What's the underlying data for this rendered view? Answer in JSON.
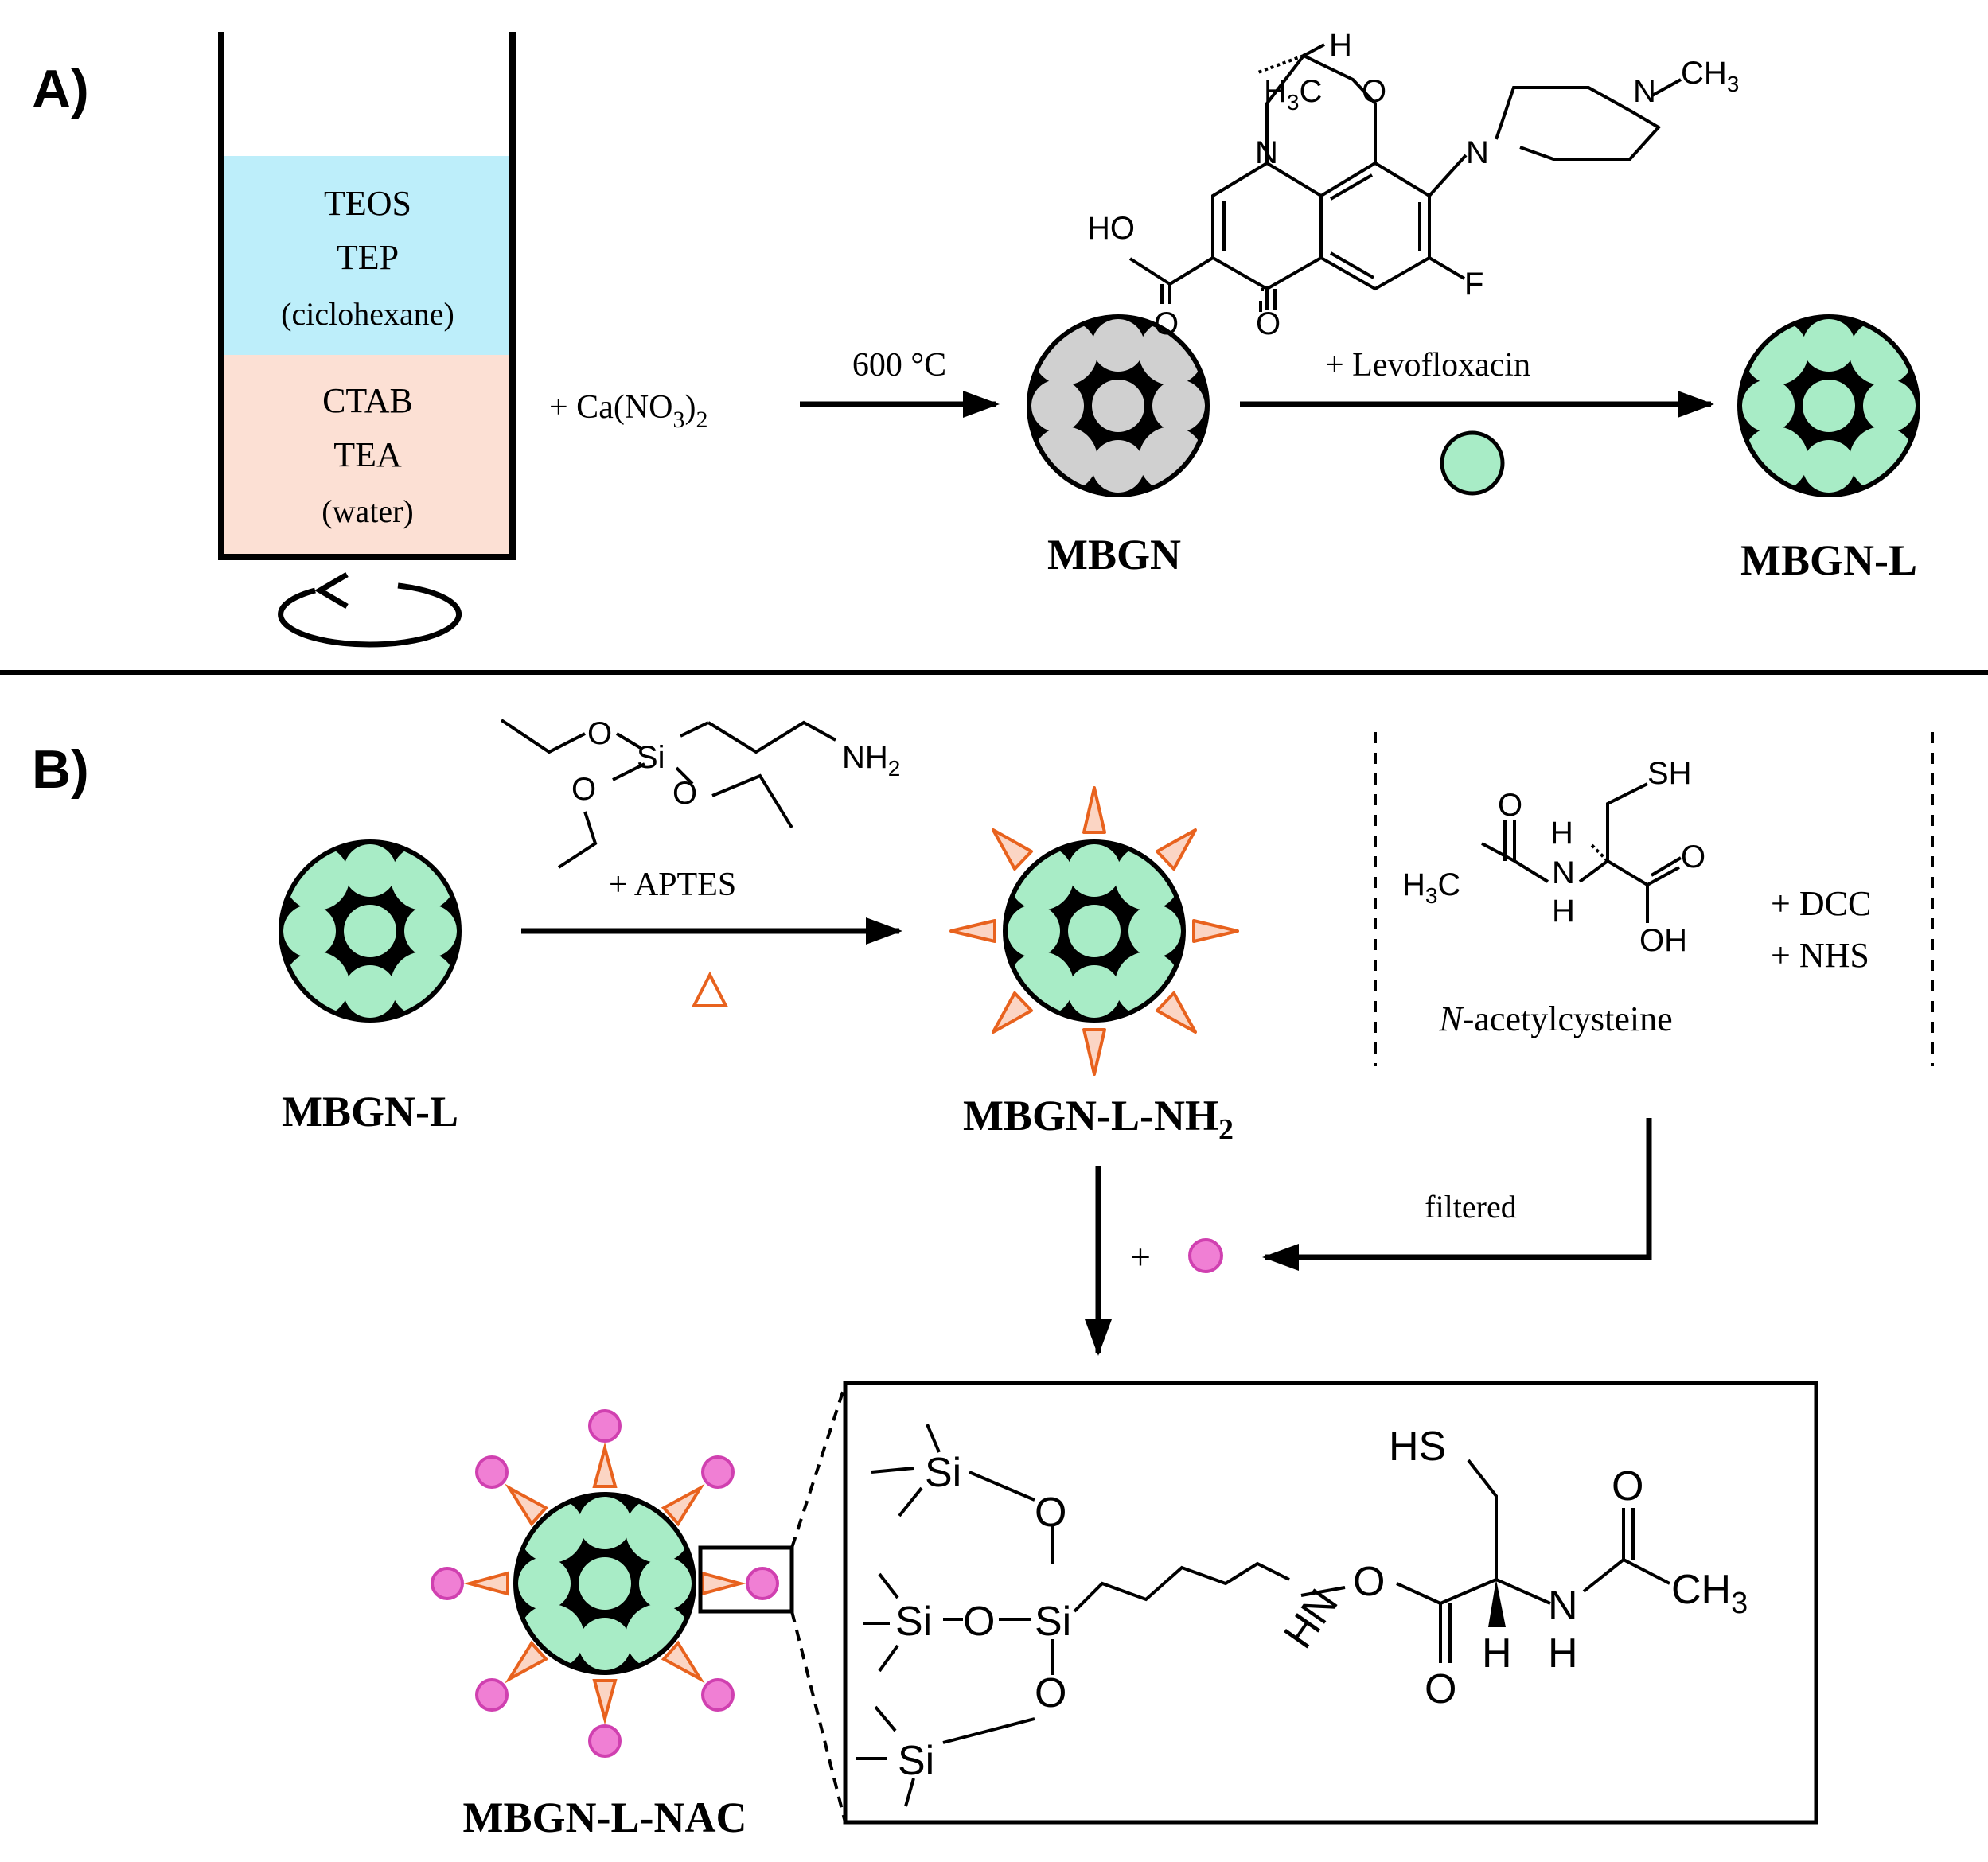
{
  "panel_labels": {
    "a": "A)",
    "b": "B)"
  },
  "beaker": {
    "organic_phase": [
      "TEOS",
      "TEP",
      "(ciclohexane)"
    ],
    "aqueous_phase": [
      "CTAB",
      "TEA",
      "(water)"
    ]
  },
  "reagents": {
    "calcium_prefix": "+  Ca(NO",
    "calcium_sub1": "3",
    "calcium_mid": ")",
    "calcium_sub2": "2",
    "temperature": "600 °C",
    "levofloxacin": "+   Levofloxacin",
    "aptes": "+   APTES",
    "dcc": "+ DCC",
    "nhs": "+ NHS",
    "filtered": "filtered",
    "plus_nac": "+"
  },
  "products": {
    "mbgn": "MBGN",
    "mbgn_l_a": "MBGN-L",
    "mbgn_l_b": "MBGN-L",
    "mbgn_l_nh2_base": "MBGN-L-NH",
    "mbgn_l_nh2_sub": "2",
    "mbgn_l_nac": "MBGN-L-NAC"
  },
  "nac_caption": {
    "italic": "N",
    "rest": "-acetylcysteine"
  },
  "levofloxacin_atoms": {
    "h": "H",
    "h3c": "H",
    "h3c_sub": "3",
    "h3c_c": "C",
    "o_ring": "O",
    "n_ring": "N",
    "n_pip1": "N",
    "n_pip2": "N",
    "ch3": "CH",
    "ch3_sub": "3",
    "ho": "HO",
    "o_acid": "O",
    "o_keto": "O",
    "f": "F"
  },
  "aptes_atoms": {
    "o1": "O",
    "si": "Si",
    "o2": "O",
    "o3": "O",
    "nh2": "NH",
    "nh2_sub": "2"
  },
  "nac_atoms": {
    "sh": "SH",
    "o_top": "O",
    "h": "H",
    "h3c": "H",
    "h3c_sub": "3",
    "h3c_c": "C",
    "n": "N",
    "nh_h": "H",
    "o_acid": "O",
    "oh": "OH"
  },
  "inset_atoms": {
    "si1": "Si",
    "o1": "O",
    "si2": "Si",
    "o2": "O",
    "si_center": "Si",
    "o3": "O",
    "si3": "Si",
    "hn": "HN",
    "o_link": "O",
    "o_carbonyl": "O",
    "hs": "HS",
    "h_stereo": "H",
    "n_amide": "N",
    "nh_h": "H",
    "o_amide": "O",
    "ch3": "CH",
    "ch3_sub": "3"
  },
  "colors": {
    "drug_green": "#a8ecc6",
    "pore_gray": "#d0d0d0",
    "particle_black": "#000000",
    "aptes_orange": "#e8621e",
    "aptes_fill": "#fbd5c4",
    "nac_pink": "#f07fd4",
    "organic_phase": "#bdeefa",
    "aqueous_phase": "#fce0d4"
  }
}
